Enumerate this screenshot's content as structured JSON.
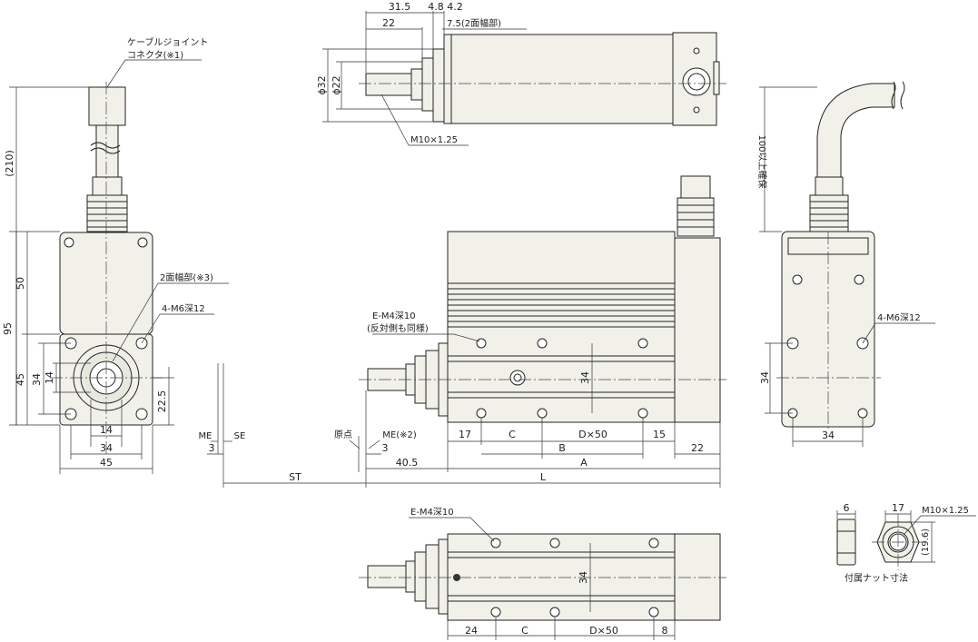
{
  "labels": {
    "cable_joint_1": "ケーブルジョイント",
    "cable_joint_2": "コネクタ(※1)",
    "two_flat_left": "2面幅部(※3)",
    "m6_left": "4-M6深12",
    "m6_right": "4-M6深12",
    "e_m4_side": "E-M4深10",
    "opposite_side": "(反対側も同様)",
    "e_m4_bottom": "E-M4深10",
    "origin": "原点",
    "me_2": "ME(※2)",
    "me": "ME",
    "se": "SE",
    "m10_top": "M10×1.25",
    "two_flat_top": "7.5(2面幅部)",
    "bend_radius": "100以上確保",
    "nut_title": "付属ナット寸法",
    "nut_thread": "M10×1.25"
  },
  "dims": {
    "d210": "(210)",
    "d95": "95",
    "d50": "50",
    "d45v": "45",
    "d34v": "34",
    "d14v": "14",
    "d22_5": "22.5",
    "d14h": "14",
    "d34h": "34",
    "d45h": "45",
    "d3a": "3",
    "d3b": "3",
    "st": "ST",
    "d40_5": "40.5",
    "a": "A",
    "l": "L",
    "d17": "17",
    "c1": "C",
    "dx50_1": "D×50",
    "d15": "15",
    "b": "B",
    "d22r": "22",
    "d34side": "34",
    "d31_5": "31.5",
    "d4_8": "4.8",
    "d4_2": "4.2",
    "d22top": "22",
    "phi32": "ϕ32",
    "phi22": "ϕ22",
    "d34rv": "34",
    "d34rh": "34",
    "d24": "24",
    "c2": "C",
    "dx50_2": "D×50",
    "d8": "8",
    "d34bot": "34",
    "nut6": "6",
    "nut17": "17",
    "nut19_6": "(19.6)"
  }
}
